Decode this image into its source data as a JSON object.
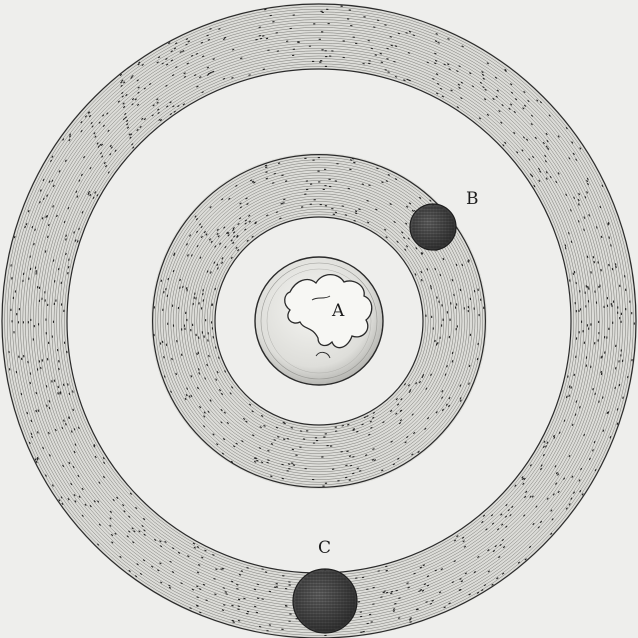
{
  "figure": {
    "labels": {
      "center": "A",
      "inner_planet": "B",
      "outer_planet": "C"
    },
    "colors": {
      "paper": "#eeeeec",
      "ink": "#2a2a2a",
      "band_fill": "#dcdcd8",
      "planet": "#3f3f3f",
      "earth": "#e6e6e2"
    }
  }
}
